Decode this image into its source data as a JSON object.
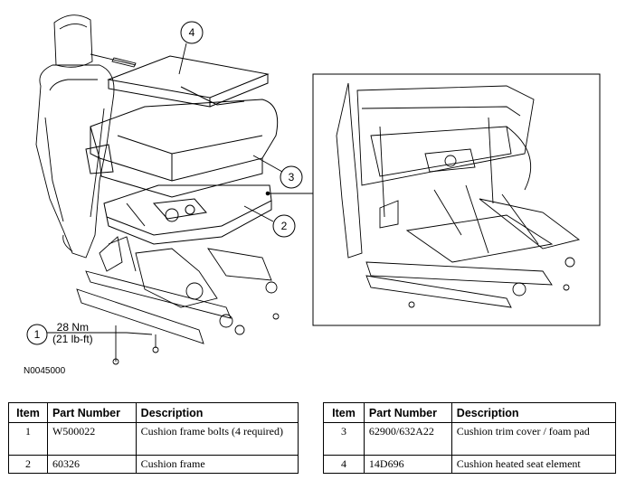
{
  "diagram": {
    "callouts": [
      "4",
      "3",
      "2",
      "1"
    ],
    "torque_value": "28 Nm",
    "torque_value_alt": "(21 lb-ft)",
    "figure_id": "N0045000"
  },
  "table_left": {
    "headers": [
      "Item",
      "Part Number",
      "Description"
    ],
    "rows": [
      {
        "item": "1",
        "part_number": "W500022",
        "description": "Cushion frame bolts (4 required)"
      },
      {
        "item": "2",
        "part_number": "60326",
        "description": "Cushion frame"
      }
    ]
  },
  "table_right": {
    "headers": [
      "Item",
      "Part Number",
      "Description"
    ],
    "rows": [
      {
        "item": "3",
        "part_number": "62900/632A22",
        "description": "Cushion trim cover / foam pad"
      },
      {
        "item": "4",
        "part_number": "14D696",
        "description": "Cushion heated seat element"
      }
    ]
  }
}
